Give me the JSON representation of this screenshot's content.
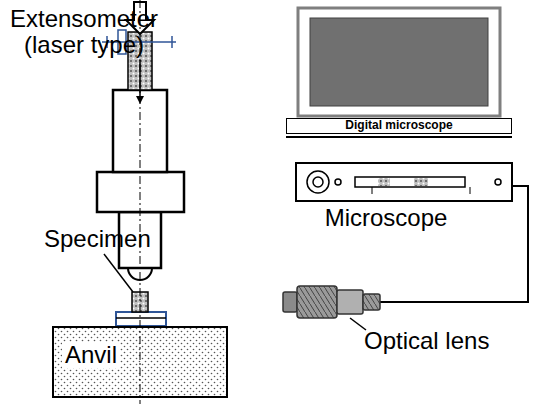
{
  "diagram": {
    "nodes": [
      {
        "text": [
          "Digital microscope"
        ]
      },
      {
        "text": [
          "Anvil"
        ]
      }
    ],
    "labels": [
      "Extensometer (laser type)",
      "Microscope",
      "Specimen",
      "Optical lens"
    ]
  }
}
